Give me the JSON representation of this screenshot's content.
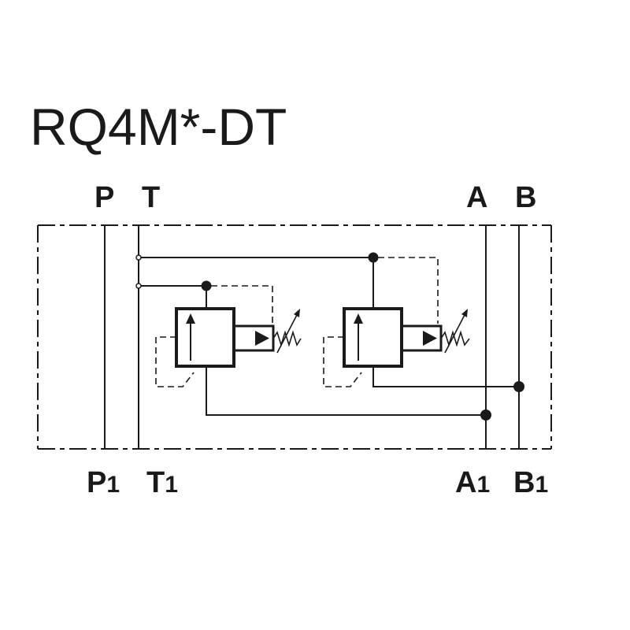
{
  "title": "RQ4M*-DT",
  "ports_top": {
    "p": "P",
    "t": "T",
    "a": "A",
    "b": "B"
  },
  "ports_bottom": {
    "p1": "P",
    "p1_sub": "1",
    "t1": "T",
    "t1_sub": "1",
    "a1": "A",
    "a1_sub": "1",
    "b1": "B",
    "b1_sub": "1"
  },
  "colors": {
    "line": "#1a1a1a",
    "background": "#ffffff"
  }
}
